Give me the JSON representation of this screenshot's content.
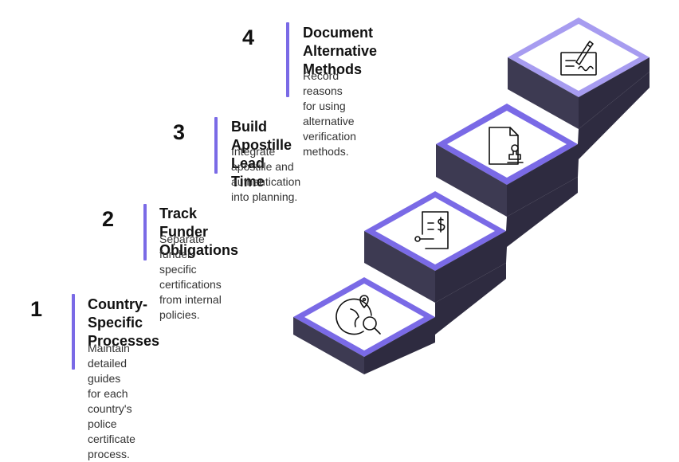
{
  "steps": [
    {
      "number": "1",
      "title": "Country-Specific Processes",
      "title_lines": [
        "Country-Specific",
        "Processes"
      ],
      "description_lines": [
        "Maintain detailed guides for each",
        "country's police certificate process."
      ],
      "icon": "globe-search-icon"
    },
    {
      "number": "2",
      "title": "Track Funder Obligations",
      "title_lines": [
        "Track Funder Obligations"
      ],
      "description_lines": [
        "Separate funder-specific",
        "certifications from internal policies."
      ],
      "icon": "dollar-document-icon"
    },
    {
      "number": "3",
      "title": "Build Apostille Lead Time",
      "title_lines": [
        "Build Apostille Lead Time"
      ],
      "description_lines": [
        "Integrate apostille and",
        "authentication into planning."
      ],
      "icon": "stamp-document-icon"
    },
    {
      "number": "4",
      "title": "Document Alternative Methods",
      "title_lines": [
        "Document Alternative",
        "Methods"
      ],
      "description_lines": [
        "Record reasons for using",
        "alternative verification methods."
      ],
      "icon": "pen-signature-icon"
    }
  ],
  "colors": {
    "accent": "#7a6ae6",
    "top_face": "#a79cf0",
    "step_dark": "#3d3a52",
    "step_side": "#2e2b40",
    "face_inner": "#ffffff"
  }
}
